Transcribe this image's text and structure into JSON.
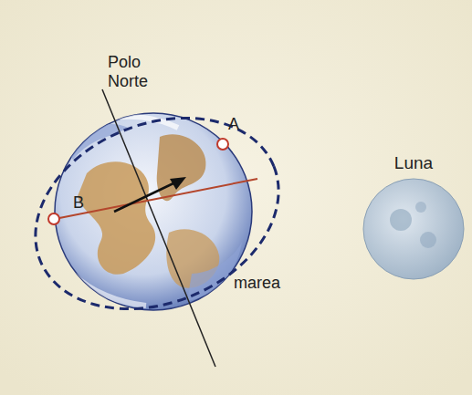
{
  "diagram": {
    "nodes": [
      {
        "text": [
          "Luna"
        ]
      }
    ],
    "labels": [
      "Polo Norte",
      "A",
      "B",
      "marea"
    ]
  }
}
